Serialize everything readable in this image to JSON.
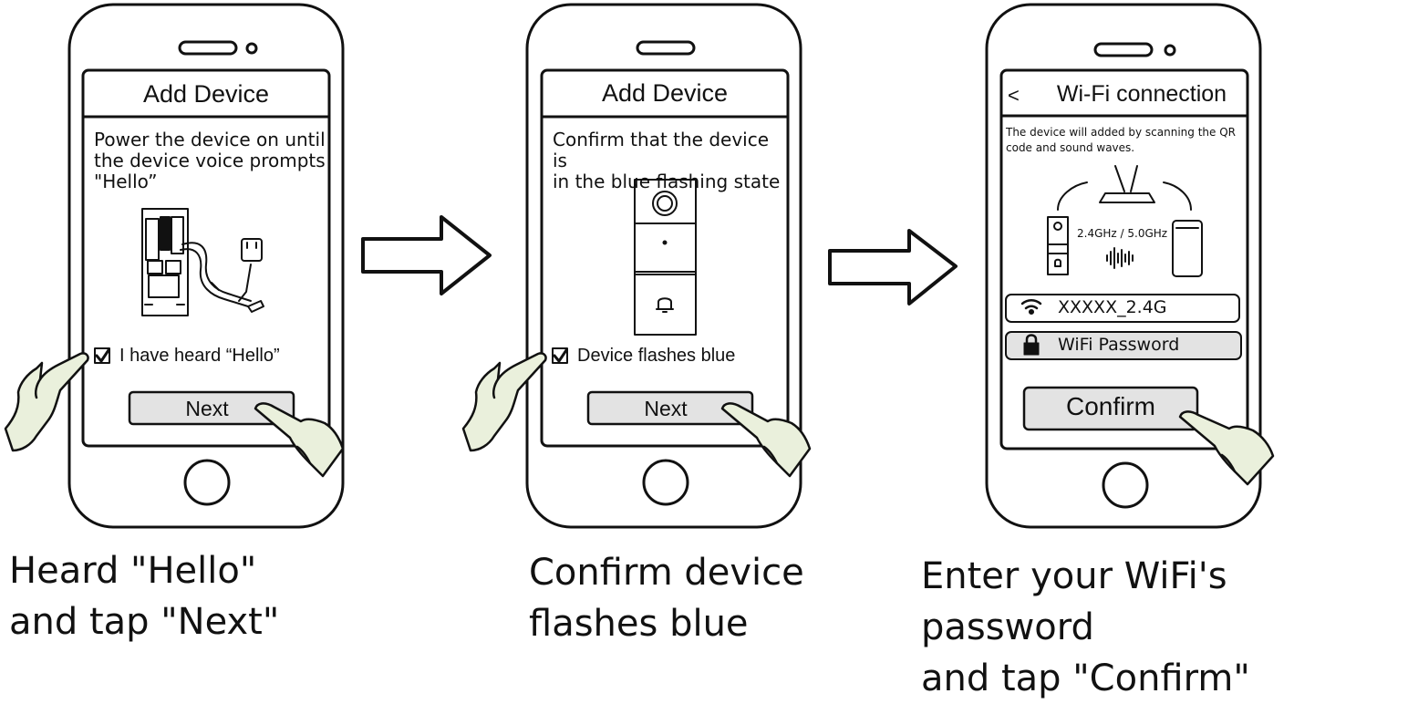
{
  "step1": {
    "screen_title": "Add Device",
    "instruction": "Power the device on until\nthe device voice prompts\n\"Hello”",
    "checkbox_label": "I have heard “Hello”",
    "next_label": "Next",
    "caption": "Heard \"Hello\"\nand tap \"Next\""
  },
  "step2": {
    "screen_title": "Add Device",
    "instruction": "Confirm that the device is\nin the blue flashing state",
    "checkbox_label": "Device flashes blue",
    "next_label": "Next",
    "caption": "Confirm device\nflashes blue"
  },
  "step3": {
    "back_label": "<",
    "screen_title": "Wi-Fi connection",
    "info_text": "The device will added by scanning the QR\ncode and sound waves.",
    "band_label": "2.4GHz / 5.0GHz",
    "ssid_value": "XXXXX_2.4G",
    "password_placeholder": "WiFi Password",
    "confirm_label": "Confirm",
    "caption": "Enter your WiFi's password\nand tap \"Confirm\""
  }
}
